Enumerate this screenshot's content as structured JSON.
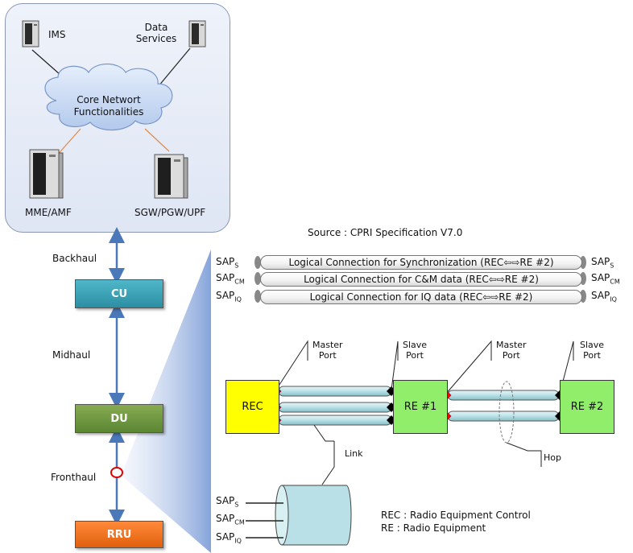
{
  "core": {
    "ims": "IMS",
    "data_services": "Data\nServices",
    "cloud_line1": "Core Networt",
    "cloud_line2": "Functionalities",
    "mme": "MME/AMF",
    "sgw": "SGW/PGW/UPF"
  },
  "haul": {
    "backhaul": "Backhaul",
    "midhaul": "Midhaul",
    "fronthaul": "Fronthaul"
  },
  "nodes": {
    "cu": "CU",
    "du": "DU",
    "rru": "RRU"
  },
  "source": "Source : CPRI Specification V7.0",
  "saps": {
    "s": "SAP",
    "s_sub": "S",
    "cm": "SAP",
    "cm_sub": "CM",
    "iq": "SAP",
    "iq_sub": "IQ"
  },
  "connections": {
    "sync": "Logical Connection for Synchronization (REC⇦⇨RE #2)",
    "cm": "Logical Connection for C&M data (REC⇦⇨RE #2)",
    "iq": "Logical Connection for IQ data (REC⇦⇨RE #2)"
  },
  "ports": {
    "master": "Master\nPort",
    "slave": "Slave\nPort"
  },
  "boxes": {
    "rec": "REC",
    "re1": "RE #1",
    "re2": "RE #2"
  },
  "labels": {
    "link": "Link",
    "hop": "Hop"
  },
  "legend": {
    "rec": "REC : Radio Equipment Control",
    "re": "RE : Radio Equipment"
  },
  "colors": {
    "cu": "#2c8ea3",
    "du": "#5c8633",
    "rru": "#e0600d",
    "rec": "#ffff00",
    "re": "#90ee6a",
    "port_marker_master": "#ff0000",
    "port_marker_slave": "#000000",
    "arrow": "#4a78b8",
    "cable": "#b9e0e6"
  }
}
